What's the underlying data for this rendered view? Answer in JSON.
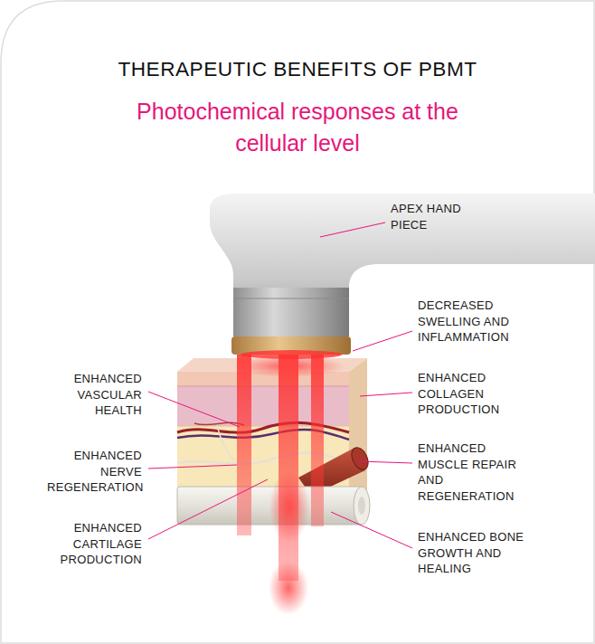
{
  "diagram": {
    "title": "THERAPEUTIC BENEFITS OF PBMT",
    "labels": [
      "Photochemical responses at the cellular level",
      "APEX HAND PIECE",
      "DECREASED SWELLING AND INFLAMMATION",
      "ENHANCED VASCULAR HEALTH",
      "ENHANCED COLLAGEN PRODUCTION",
      "ENHANCED NERVE REGENERATION",
      "ENHANCED MUSCLE REPAIR AND REGENERATION",
      "ENHANCED CARTILAGE PRODUCTION",
      "ENHANCED BONE GROWTH AND HEALING"
    ]
  }
}
